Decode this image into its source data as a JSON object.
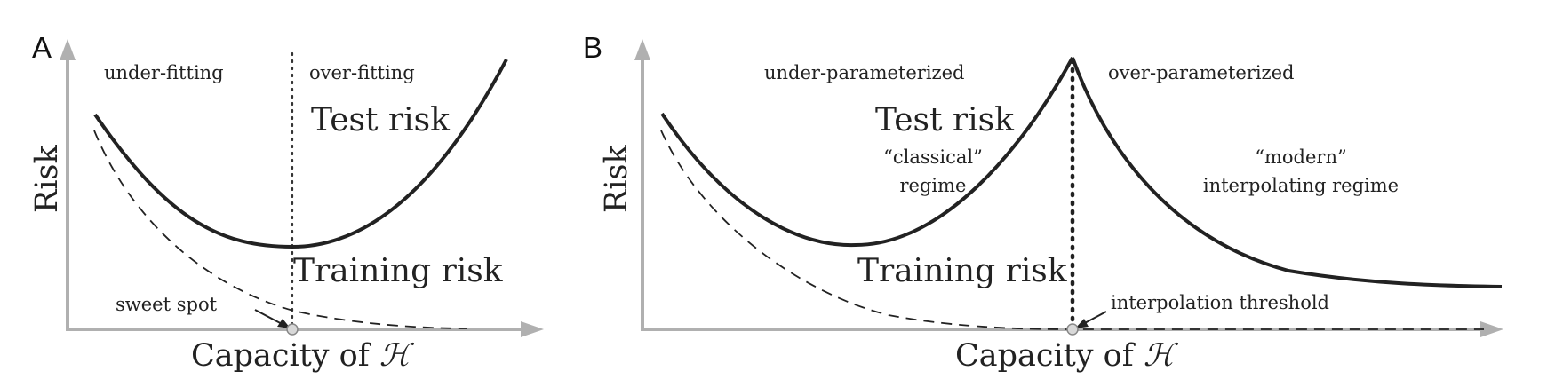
{
  "panels": [
    {
      "letter": "A",
      "region_left": "under-fitting",
      "region_right": "over-fitting",
      "test_label": "Test risk",
      "train_label": "Training risk",
      "point_label": "sweet spot",
      "y_label": "Risk",
      "x_label_prefix": "Capacity of ",
      "x_label_symbol": "ℋ"
    },
    {
      "letter": "B",
      "region_left": "under-parameterized",
      "region_right": "over-parameterized",
      "test_label": "Test risk",
      "train_label": "Training risk",
      "point_label": "interpolation threshold",
      "left_regime_line1": "“classical”",
      "left_regime_line2": "regime",
      "right_regime_line1": "“modern”",
      "right_regime_line2": "interpolating regime",
      "y_label": "Risk",
      "x_label_prefix": "Capacity of ",
      "x_label_symbol": "ℋ"
    }
  ],
  "colors": {
    "axis": "#b0b0b0",
    "curve": "#222222"
  }
}
